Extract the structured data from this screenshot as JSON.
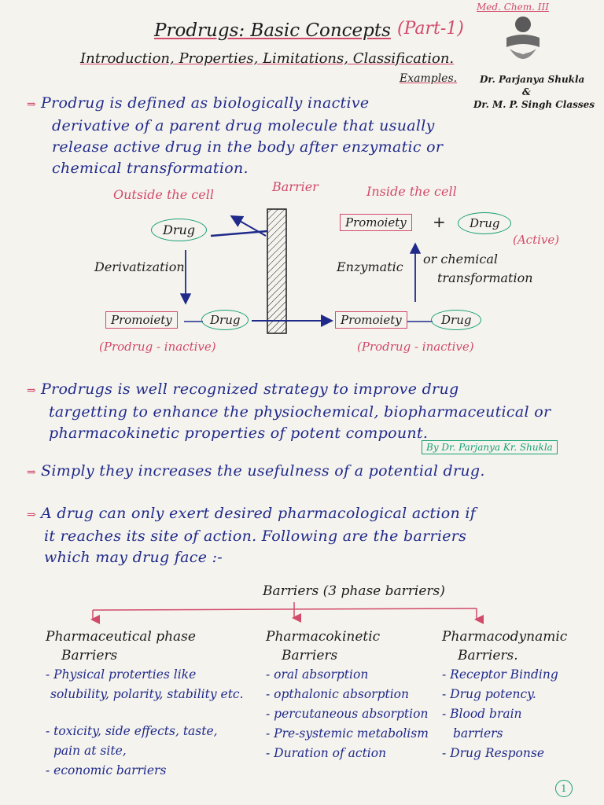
{
  "header": {
    "course_tag": "Med. Chem. III",
    "title": "Prodrugs: Basic Concepts",
    "part": "(Part-1)",
    "subtitle": "Introduction, Properties, Limitations, Classification.",
    "subtitle2": "Examples.",
    "author1": "Dr. Parjanya Shukla",
    "amp": "&",
    "author2": "Dr. M. P. Singh Classes"
  },
  "intro": {
    "line1": "Prodrug is defined as biologically inactive",
    "line2": "derivative of a parent drug molecule that usually",
    "line3": "release active drug in the body after enzymatic or",
    "line4": "chemical transformation."
  },
  "diagram": {
    "outside_label": "Outside the cell",
    "barrier_label": "Barrier",
    "inside_label": "Inside the cell",
    "drug_left": "Drug",
    "derivatization": "Derivatization",
    "promoiety_left": "Promoiety",
    "drug_bottom_left": "Drug",
    "prodrug_left": "(Prodrug - inactive)",
    "promoiety_right": "Promoiety",
    "drug_bottom_right": "Drug",
    "prodrug_right": "(Prodrug - inactive)",
    "enzymatic": "Enzymatic",
    "chemical": "or chemical",
    "transformation": "transformation",
    "promoiety_top": "Promoiety",
    "plus": "+",
    "drug_top_right": "Drug",
    "active": "(Active)"
  },
  "para2": {
    "line1": "Prodrugs is well recognized strategy to improve drug",
    "line2": "targetting to enhance the physiochemical, biopharmaceutical or",
    "line3": "pharmacokinetic properties of potent compount.",
    "credit": "By Dr. Parjanya Kr. Shukla"
  },
  "para3": "Simply they increases the usefulness of a potential drug.",
  "para4": {
    "line1": "A drug can only exert desired pharmacological action if",
    "line2": "it reaches its site of action. Following are the barriers",
    "line3": "which may drug face :-"
  },
  "barriers": {
    "title": "Barriers (3 phase barriers)",
    "col1_head1": "Pharmaceutical phase",
    "col1_head2": "Barriers",
    "col1_items": [
      "- Physical proterties like",
      "solubility, polarity, stability etc.",
      "",
      "- toxicity, side effects, taste,",
      "pain at site,",
      "- economic barriers"
    ],
    "col2_head1": "Pharmacokinetic",
    "col2_head2": "Barriers",
    "col2_items": [
      "- oral absorption",
      "- opthalonic absorption",
      "- percutaneous absorption",
      "- Pre-systemic metabolism",
      "- Duration of action"
    ],
    "col3_head1": "Pharmacodynamic",
    "col3_head2": "Barriers.",
    "col3_items": [
      "- Receptor Binding",
      "- Drug potency.",
      "- Blood brain",
      "barriers",
      "- Drug Response"
    ]
  },
  "page_number": "1",
  "colors": {
    "ink": "#1f2a8a",
    "accent": "#d14a6a",
    "green": "#16a077",
    "paper": "#f5f3ee"
  }
}
